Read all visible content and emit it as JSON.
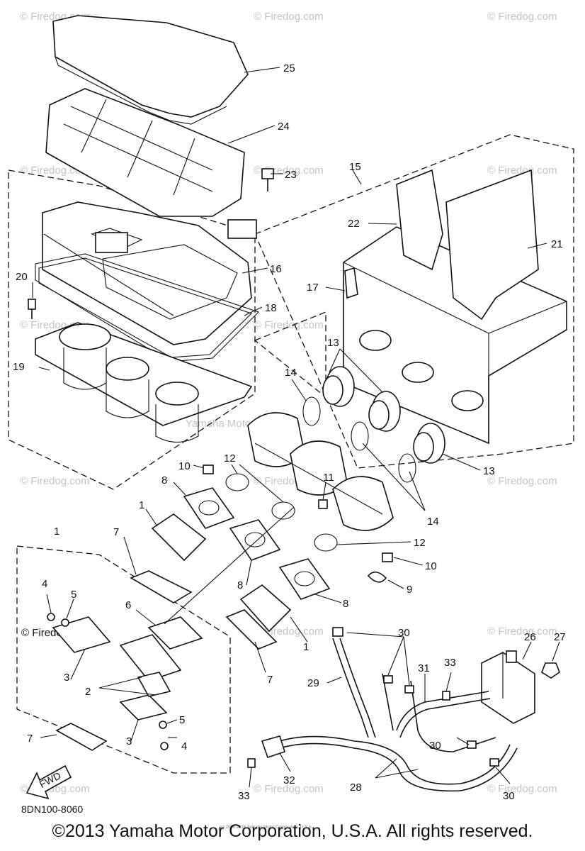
{
  "diagram": {
    "watermark": "© Firedog.com",
    "center_watermark": "Yamaha Motor Corp.",
    "diagram_code": "8DN100-8060",
    "fwd_label": "FWD",
    "small_print": "(c) 2006 2016 Yamaha Motor Corporation, U.S.A.",
    "callouts": [
      "1",
      "2",
      "3",
      "4",
      "5",
      "6",
      "7",
      "8",
      "9",
      "10",
      "11",
      "12",
      "13",
      "14",
      "15",
      "16",
      "17",
      "18",
      "19",
      "20",
      "21",
      "22",
      "23",
      "24",
      "25",
      "26",
      "27",
      "28",
      "29",
      "30",
      "31",
      "32",
      "33"
    ]
  },
  "footer": {
    "copyright": "©2013 Yamaha Motor Corporation, U.S.A. All rights reserved."
  }
}
